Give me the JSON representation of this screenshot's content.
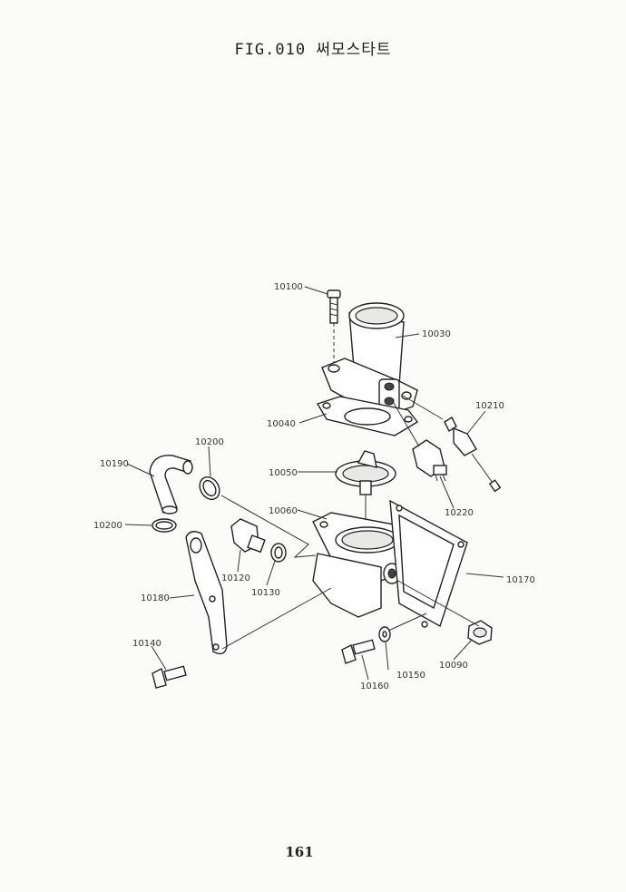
{
  "page": {
    "title": "FIG.010 써모스타트",
    "page_number": "161"
  },
  "labels": {
    "p10100": "10100",
    "p10030": "10030",
    "p10040": "10040",
    "p10210": "10210",
    "p10200a": "10200",
    "p10190": "10190",
    "p10050": "10050",
    "p10060": "10060",
    "p10220": "10220",
    "p10200b": "10200",
    "p10170": "10170",
    "p10120": "10120",
    "p10130": "10130",
    "p10180": "10180",
    "p10140": "10140",
    "p10150": "10150",
    "p10160": "10160",
    "p10090": "10090"
  }
}
